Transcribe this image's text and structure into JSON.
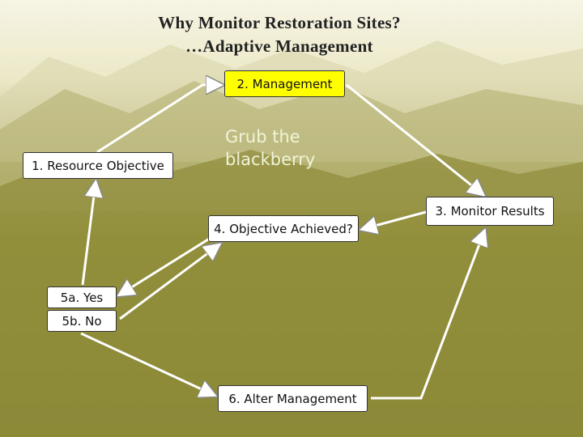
{
  "title": {
    "line1": "Why Monitor Restoration Sites?",
    "line2": "…Adaptive Management"
  },
  "boxes": {
    "management": "2. Management",
    "objective": "1. Resource Objective",
    "monitor": "3. Monitor Results",
    "achieved": "4. Objective Achieved?",
    "yes": "5a. Yes",
    "no": "5b. No",
    "alter": "6. Alter Management"
  },
  "note": {
    "line1": "Grub the",
    "line2": "blackberry"
  },
  "colors": {
    "background": "#8c8b3a",
    "highlight_box": "#ffff00",
    "arrow": "#ffffff"
  }
}
